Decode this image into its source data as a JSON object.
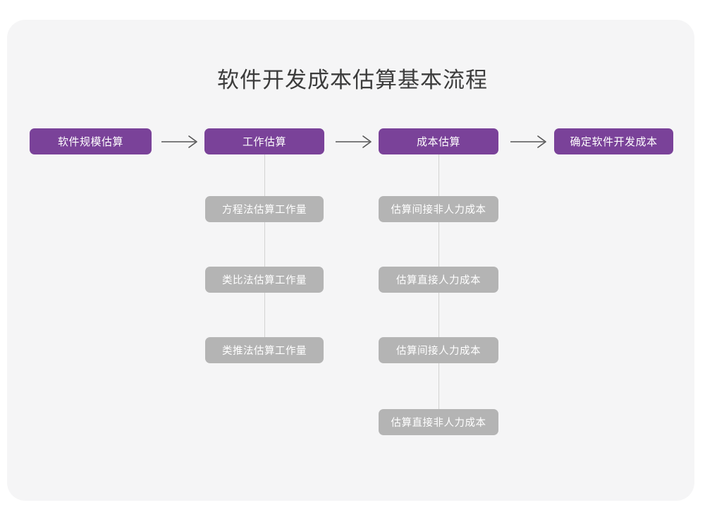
{
  "diagram": {
    "title": "软件开发成本估算基本流程",
    "colors": {
      "primary": "#7a4299",
      "secondary": "#b4b4b4",
      "card_bg": "#f5f5f6",
      "page_bg": "#ffffff",
      "title_text": "#3c3c3c",
      "node_text": "#ffffff",
      "connector": "#d2d2d2",
      "arrow": "#555555"
    },
    "main_flow": [
      {
        "label": "软件规模估算"
      },
      {
        "label": "工作估算"
      },
      {
        "label": "成本估算"
      },
      {
        "label": "确定软件开发成本"
      }
    ],
    "arrows": [
      {
        "name": "arrow-right-icon",
        "glyph": "⟶"
      },
      {
        "name": "arrow-right-icon",
        "glyph": "⟶"
      },
      {
        "name": "arrow-right-icon",
        "glyph": "⟶"
      }
    ],
    "branches": {
      "work_estimation": {
        "parent": "工作估算",
        "items": [
          {
            "label": "方程法估算工作量"
          },
          {
            "label": "类比法估算工作量"
          },
          {
            "label": "类推法估算工作量"
          }
        ]
      },
      "cost_estimation": {
        "parent": "成本估算",
        "items": [
          {
            "label": "估算间接非人力成本"
          },
          {
            "label": "估算直接人力成本"
          },
          {
            "label": "估算间接人力成本"
          },
          {
            "label": "估算直接非人力成本"
          }
        ]
      }
    }
  }
}
